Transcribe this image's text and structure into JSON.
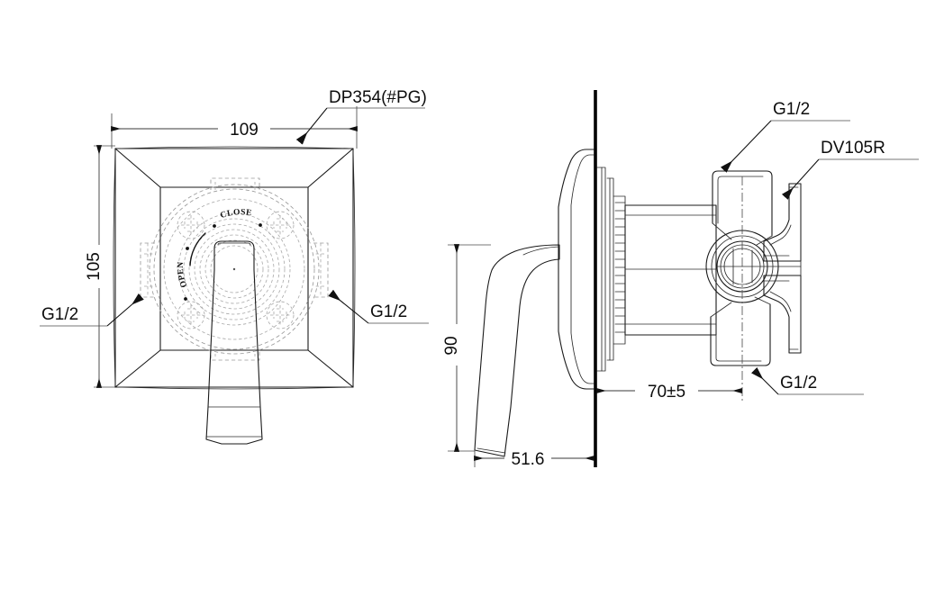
{
  "drawing": {
    "title": "Concealed shower mixer valve — front and side elevation",
    "background_color": "#ffffff",
    "line_color": "#1a1a1a",
    "hidden_line_color": "#9a9a9a"
  },
  "front_view": {
    "name": "front-elevation",
    "dimensions": {
      "width": {
        "value": "109",
        "unit": "mm",
        "orientation": "horizontal"
      },
      "height": {
        "value": "105",
        "unit": "mm",
        "orientation": "vertical"
      }
    },
    "part_label": "DP354(#PG)",
    "port_label_left": "G1/2",
    "port_label_right": "G1/2",
    "knob_markings": {
      "close": "CLOSE",
      "open": "OPEN"
    }
  },
  "side_view": {
    "name": "side-elevation",
    "dimensions": {
      "handle_height": {
        "value": "90",
        "unit": "mm",
        "orientation": "vertical"
      },
      "handle_projection": {
        "value": "51.6",
        "unit": "mm",
        "orientation": "horizontal"
      },
      "valve_depth": {
        "value": "70±5",
        "unit": "mm",
        "orientation": "horizontal"
      }
    },
    "labels": {
      "inlet_top": "G1/2",
      "valve_body": "DV105R",
      "inlet_bottom": "G1/2"
    }
  },
  "labels_all": [
    "DP354(#PG)",
    "109",
    "105",
    "G1/2",
    "G1/2",
    "CLOSE",
    "OPEN",
    "G1/2",
    "DV105R",
    "90",
    "70±5",
    "51.6",
    "G1/2"
  ]
}
